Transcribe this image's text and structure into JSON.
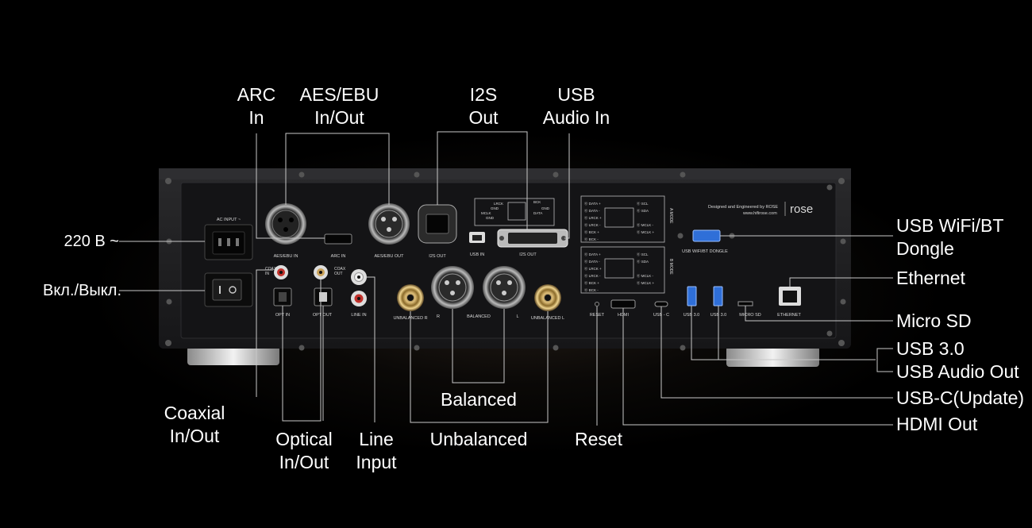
{
  "labels": {
    "arc_in": "ARC\nIn",
    "aes_ebu": "AES/EBU\nIn/Out",
    "i2s_out": "I2S\nOut",
    "usb_audio_in": "USB\nAudio In",
    "power_220": "220 В ~",
    "power_switch": "Вкл./Выкл.",
    "usb_wifi_bt": "USB WiFi/BT\nDongle",
    "ethernet": "Ethernet",
    "micro_sd": "Micro SD",
    "usb_30": "USB 3.0",
    "usb_audio_out": "USB Audio Out",
    "usb_c": "USB-C(Update)",
    "hdmi_out": "HDMI Out",
    "balanced": "Balanced",
    "coaxial": "Coaxial\nIn/Out",
    "optical": "Optical\nIn/Out",
    "line_input": "Line\nInput",
    "unbalanced": "Unbalanced",
    "reset": "Reset"
  },
  "panel_text": {
    "ac_input": "AC INPUT ~",
    "aes_ebu_in": "AES/EBU IN",
    "arc_in": "ARC IN",
    "aes_ebu_out": "AES/EBU OUT",
    "i2s_out": "I2S OUT",
    "usb_in": "USB IN",
    "i2s_out2": "I2S OUT",
    "usb_wifi_bt_dongle": "USB WIFI/BT DONGLE",
    "designed_by": "Designed and Engineered by ROSE",
    "website": "www.hifirose.com",
    "brand": "rose",
    "coax_in": "COAX\nIN",
    "coax_out": "COAX\nOUT",
    "opt_in": "OPT IN",
    "opt_out": "OPT OUT",
    "line_in": "LINE IN",
    "unbalanced_r": "UNBALANCED R",
    "balanced": "BALANCED",
    "bal_r": "R",
    "bal_l": "L",
    "unbalanced_l": "UNBALANCED L",
    "reset": "RESET",
    "hdmi": "HDMI",
    "usb_c": "USB - C",
    "usb_30_a": "USB 3.0",
    "usb_30_b": "USB 3.0",
    "micro_sd": "MICRO SD",
    "ethernet": "ETHERNET",
    "a_mode": "A MODE",
    "b_mode": "B MODE",
    "pins_left": [
      "DATA +",
      "DATA -",
      "LRCK +",
      "LRCK -",
      "BCK +",
      "BCK -"
    ],
    "pins_right": [
      "SCL",
      "SDA",
      "MCLK -",
      "MCLK +"
    ],
    "i2s_box_pins": [
      "LRCK",
      "GND",
      "MCLK",
      "GND",
      "BCK",
      "DATA",
      "GND"
    ]
  },
  "colors": {
    "background": "#000000",
    "chassis": "#1c1c1e",
    "panel": "#141416",
    "leader_line": "#c8c8c8",
    "text": "#ffffff",
    "usb3_blue": "#2f6fd8",
    "rca_gold": "#c9a25a",
    "rca_red": "#c0302a"
  }
}
